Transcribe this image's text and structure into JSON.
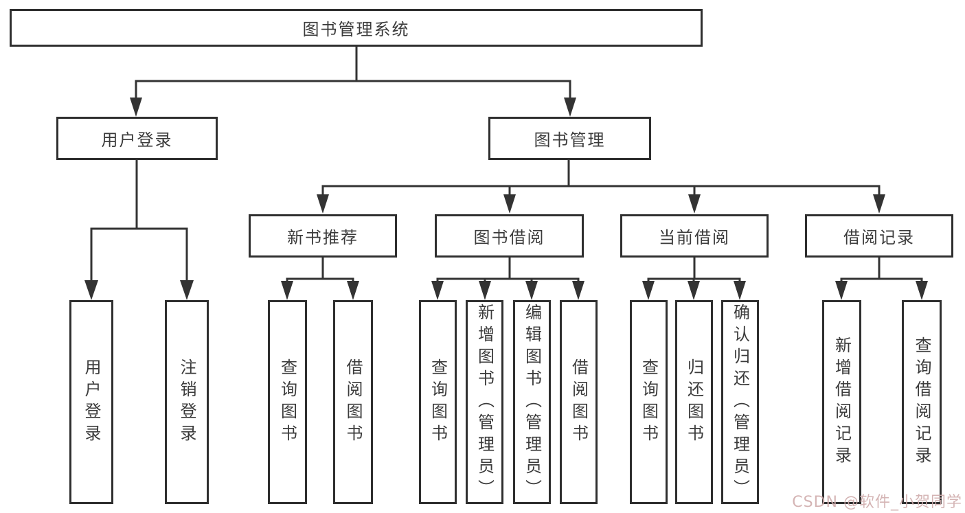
{
  "diagram": {
    "root": {
      "label": "图书管理系统"
    },
    "level1": [
      {
        "label": "用户登录"
      },
      {
        "label": "图书管理"
      }
    ],
    "level2": [
      {
        "label": "新书推荐"
      },
      {
        "label": "图书借阅"
      },
      {
        "label": "当前借阅"
      },
      {
        "label": "借阅记录"
      }
    ],
    "leaves": [
      {
        "label": "用户登录",
        "parent": "用户登录"
      },
      {
        "label": "注销登录",
        "parent": "用户登录"
      },
      {
        "label": "查询图书",
        "parent": "新书推荐"
      },
      {
        "label": "借阅图书",
        "parent": "新书推荐"
      },
      {
        "label": "查询图书",
        "parent": "图书借阅"
      },
      {
        "label": "新增图书（管理员）",
        "parent": "图书借阅"
      },
      {
        "label": "编辑图书（管理员）",
        "parent": "图书借阅"
      },
      {
        "label": "借阅图书",
        "parent": "图书借阅"
      },
      {
        "label": "查询图书",
        "parent": "当前借阅"
      },
      {
        "label": "归还图书",
        "parent": "当前借阅"
      },
      {
        "label": "确认归还（管理员）",
        "parent": "当前借阅"
      },
      {
        "label": "新增借阅记录",
        "parent": "借阅记录"
      },
      {
        "label": "查询借阅记录",
        "parent": "借阅记录"
      }
    ]
  },
  "watermark": {
    "text": "CSDN @软件_小贺同学"
  },
  "colors": {
    "line": "#333333",
    "box_border": "#2f2f2f",
    "text": "#3b3b3b",
    "watermark": "#d0acac",
    "background": "#ffffff"
  }
}
